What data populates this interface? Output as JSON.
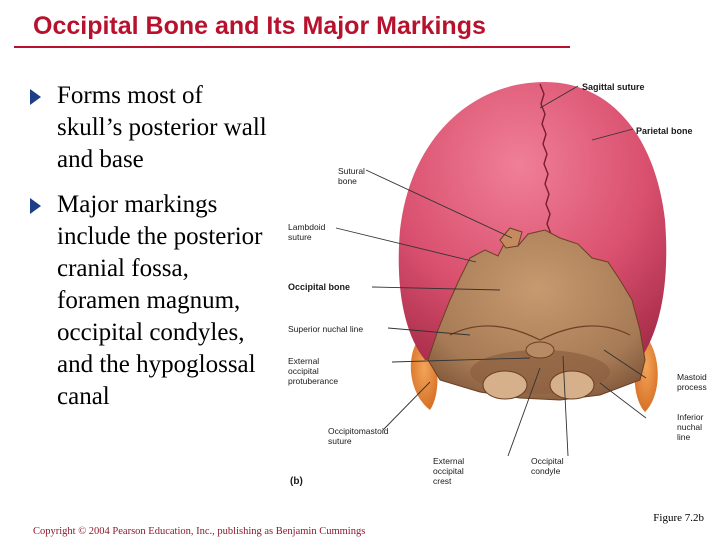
{
  "slide": {
    "title": "Occipital Bone and Its Major Markings",
    "bullets": [
      {
        "text": "Forms most of skull’s posterior wall and base"
      },
      {
        "text": "Major markings include the posterior cranial fossa, foramen magnum, occipital condyles, and the hypoglossal canal"
      }
    ],
    "figure_ref": "Figure 7.2b",
    "copyright": "Copyright © 2004 Pearson Education, Inc., publishing as Benjamin Cummings"
  },
  "diagram": {
    "panel_label": "(b)",
    "labels": {
      "sagittal_suture": "Sagittal suture",
      "parietal_bone": "Parietal bone",
      "sutural_bone": "Sutural\nbone",
      "lambdoid_suture": "Lambdoid\nsuture",
      "occipital_bone": "Occipital bone",
      "superior_nuchal_line": "Superior nuchal line",
      "external_occipital_protuberance": "External\noccipital\nprotuberance",
      "mastoid_process": "Mastoid\nprocess",
      "inferior_nuchal_line": "Inferior\nnuchal\nline",
      "occipitomastoid_suture": "Occipitomastoid\nsuture",
      "occipital_condyle": "Occipital\ncondyle",
      "external_occipital_crest": "External\noccipital\ncrest"
    },
    "colors": {
      "parietal": "#d9506e",
      "occipital": "#a67a55",
      "mastoid": "#e3822e",
      "title": "#b8112d",
      "bullet": "#1e3f86"
    }
  }
}
